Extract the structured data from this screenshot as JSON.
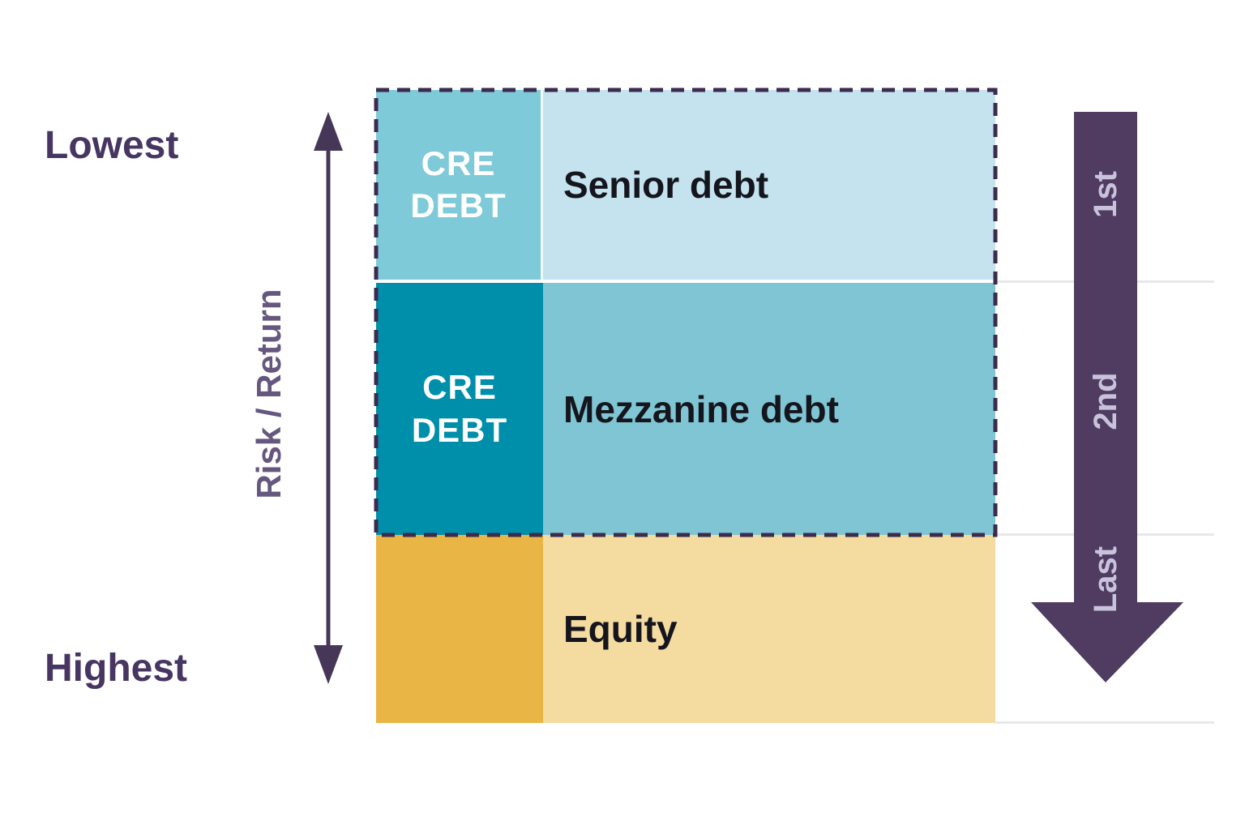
{
  "risk_axis": {
    "top_label": "Lowest",
    "bottom_label": "Highest",
    "axis_label": "Risk / Return"
  },
  "capital_stack": {
    "rows": [
      {
        "tag": "CRE DEBT",
        "name": "Senior debt",
        "tag_bg": "#7fcad8",
        "row_bg": "#c4e3ee"
      },
      {
        "tag": "CRE DEBT",
        "name": "Mezzanine debt",
        "tag_bg": "#008fab",
        "row_bg": "#7fc5d3"
      },
      {
        "tag": "",
        "name": "Equity",
        "tag_bg": "#e9b544",
        "row_bg": "#f4dba0"
      }
    ],
    "dashed_border_color": "#3b2b4f"
  },
  "payment_priority_arrow": {
    "labels": [
      "1st",
      "2nd",
      "Last"
    ],
    "color": "#4f3c60",
    "label_color": "#c9c2dd"
  },
  "colors": {
    "axis_text": "#473661",
    "axis_label_text": "#65577e",
    "risk_arrow": "#463759",
    "row_label_text": "#15151d",
    "grid_line": "#e8e8e8"
  }
}
